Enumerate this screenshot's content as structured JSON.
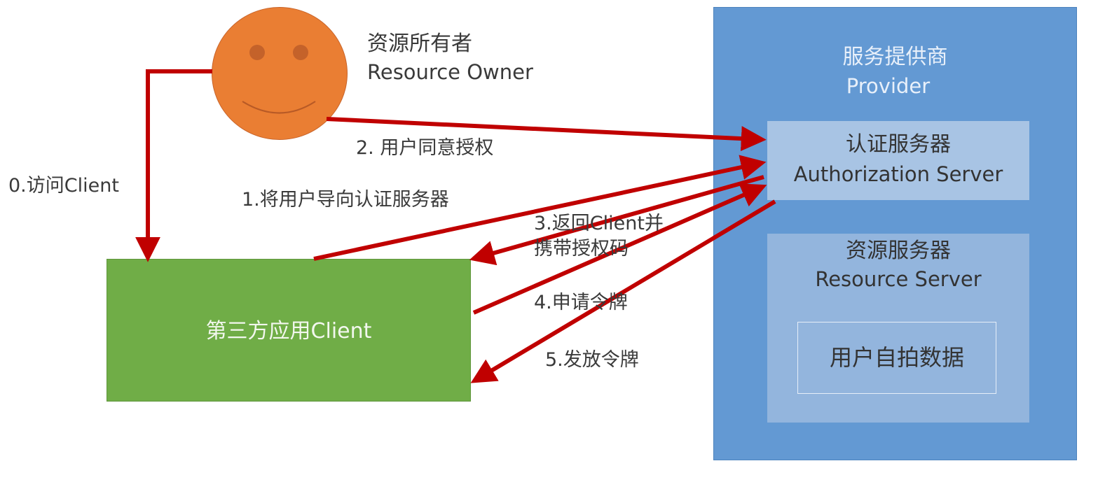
{
  "owner": {
    "title_cn": "资源所有者",
    "title_en": "Resource Owner"
  },
  "provider": {
    "title_cn": "服务提供商",
    "title_en": "Provider",
    "color": "#6399d3"
  },
  "auth_server": {
    "title_cn": "认证服务器",
    "title_en": "Authorization Server"
  },
  "resource_server": {
    "title_cn": "资源服务器",
    "title_en": "Resource Server",
    "data_label": "用户自拍数据"
  },
  "client": {
    "label": "第三方应用Client",
    "color": "#70ad47"
  },
  "steps": {
    "s0": "0.访问Client",
    "s1": "1.将用户导向认证服务器",
    "s2": "2. 用户同意授权",
    "s3_line1": "3.返回Client并",
    "s3_line2": "携带授权码",
    "s4": "4.申请令牌",
    "s5": "5.发放令牌"
  },
  "arrow_color": "#c00000"
}
